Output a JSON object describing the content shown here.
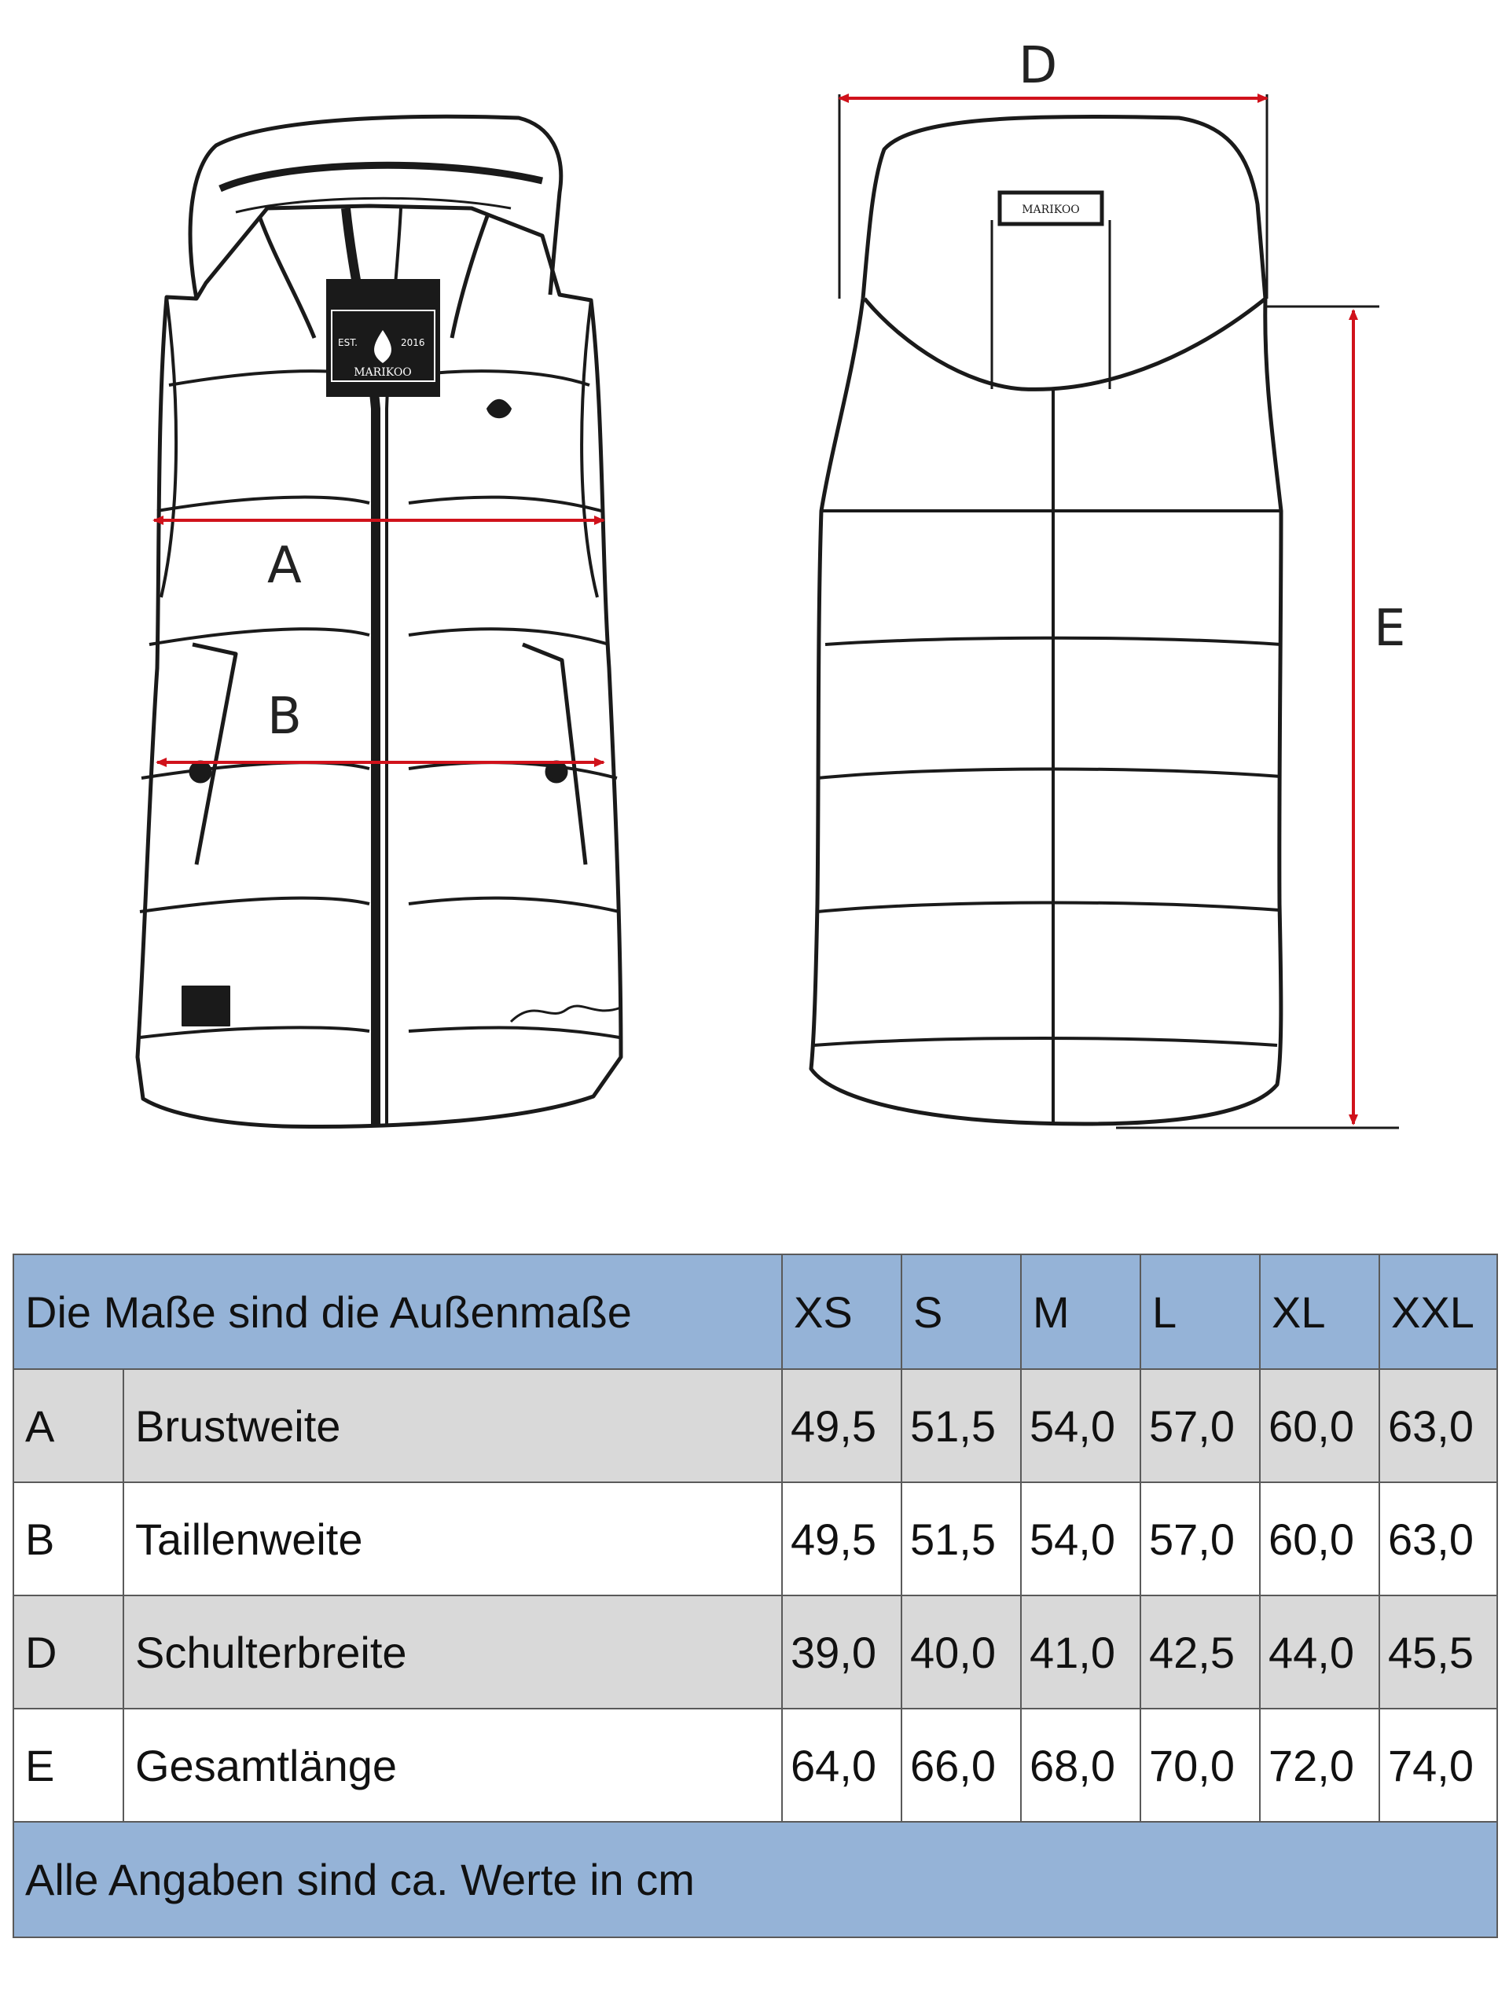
{
  "diagram": {
    "labels": {
      "A": "A",
      "B": "B",
      "D": "D",
      "E": "E"
    },
    "brand_text": "MARIKOO",
    "brand_year_left": "EST.",
    "brand_year_right": "2016",
    "arrow_color": "#d0121b"
  },
  "table": {
    "header": {
      "title": "Die Maße sind die Außenmaße",
      "sizes": [
        "XS",
        "S",
        "M",
        "L",
        "XL",
        "XXL"
      ]
    },
    "rows": [
      {
        "code": "A",
        "name": "Brustweite",
        "values": [
          "49,5",
          "51,5",
          "54,0",
          "57,0",
          "60,0",
          "63,0"
        ]
      },
      {
        "code": "B",
        "name": "Taillenweite",
        "values": [
          "49,5",
          "51,5",
          "54,0",
          "57,0",
          "60,0",
          "63,0"
        ]
      },
      {
        "code": "D",
        "name": "Schulterbreite",
        "values": [
          "39,0",
          "40,0",
          "41,0",
          "42,5",
          "44,0",
          "45,5"
        ]
      },
      {
        "code": "E",
        "name": "Gesamtlänge",
        "values": [
          "64,0",
          "66,0",
          "68,0",
          "70,0",
          "72,0",
          "74,0"
        ]
      }
    ],
    "footer": "Alle Angaben sind ca. Werte in cm",
    "colors": {
      "header_bg": "#95b3d7",
      "shaded_row_bg": "#d9d9d9",
      "border": "#5a5a5a"
    }
  }
}
